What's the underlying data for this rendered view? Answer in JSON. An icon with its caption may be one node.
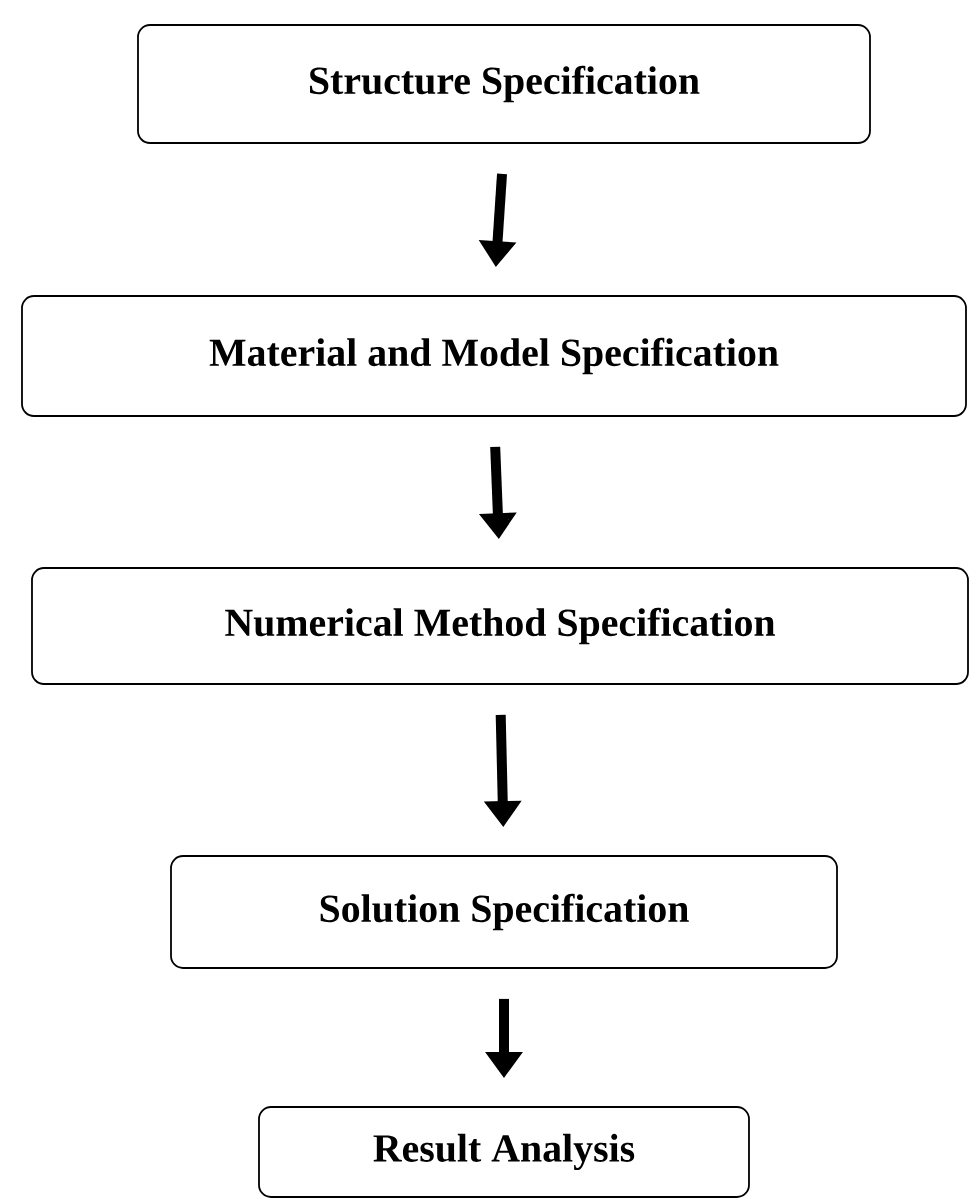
{
  "diagram": {
    "nodes": [
      {
        "text": [
          "Structure Specification"
        ]
      },
      {
        "text": [
          "Material and Model Specification"
        ]
      },
      {
        "text": [
          "Numerical Method Specification"
        ]
      },
      {
        "text": [
          "Solution Specification"
        ]
      },
      {
        "text": [
          "Result Analysis"
        ]
      }
    ],
    "edges": [
      {
        "from": 0,
        "to": 1,
        "arrow": "to"
      },
      {
        "from": 1,
        "to": 2,
        "arrow": "to"
      },
      {
        "from": 2,
        "to": 3,
        "arrow": "to"
      },
      {
        "from": 3,
        "to": 4,
        "arrow": "to"
      }
    ]
  }
}
